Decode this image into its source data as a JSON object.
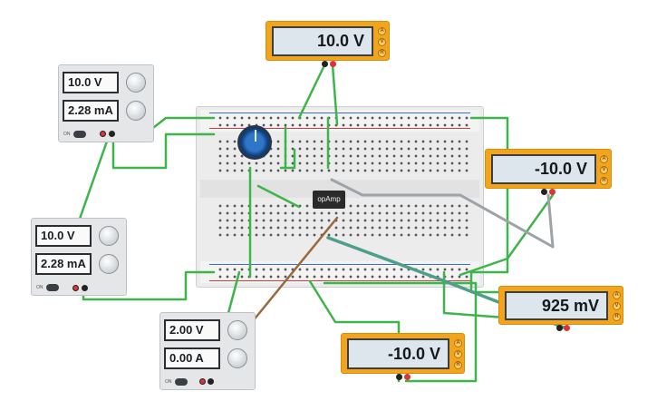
{
  "meters": {
    "top": {
      "reading": "10.0 V"
    },
    "right": {
      "reading": "-10.0 V"
    },
    "out": {
      "reading": "925 mV"
    },
    "bottom": {
      "reading": "-10.0 V"
    }
  },
  "meter_buttons": {
    "a": "A",
    "v": "V",
    "r": "R"
  },
  "psus": {
    "p1": {
      "voltage": "10.0 V",
      "current": "2.28 mA",
      "on_label": "ON"
    },
    "p2": {
      "voltage": "10.0 V",
      "current": "2.28 mA",
      "on_label": "ON"
    },
    "p3": {
      "voltage": "2.00 V",
      "current": "0.00 A",
      "on_label": "ON"
    }
  },
  "chip": {
    "label": "opAmp"
  },
  "colors": {
    "wire_green": "#3db54a",
    "wire_gray": "#9da3a7",
    "wire_brown": "#9a6a3c",
    "wire_teal": "#4f9e89",
    "meter_orange": "#f2a51c",
    "rail_red": "#d33d3d",
    "rail_blue": "#3b6fd1"
  },
  "icons": [
    "potentiometer-knob-icon",
    "red-terminal-icon",
    "black-terminal-icon"
  ]
}
